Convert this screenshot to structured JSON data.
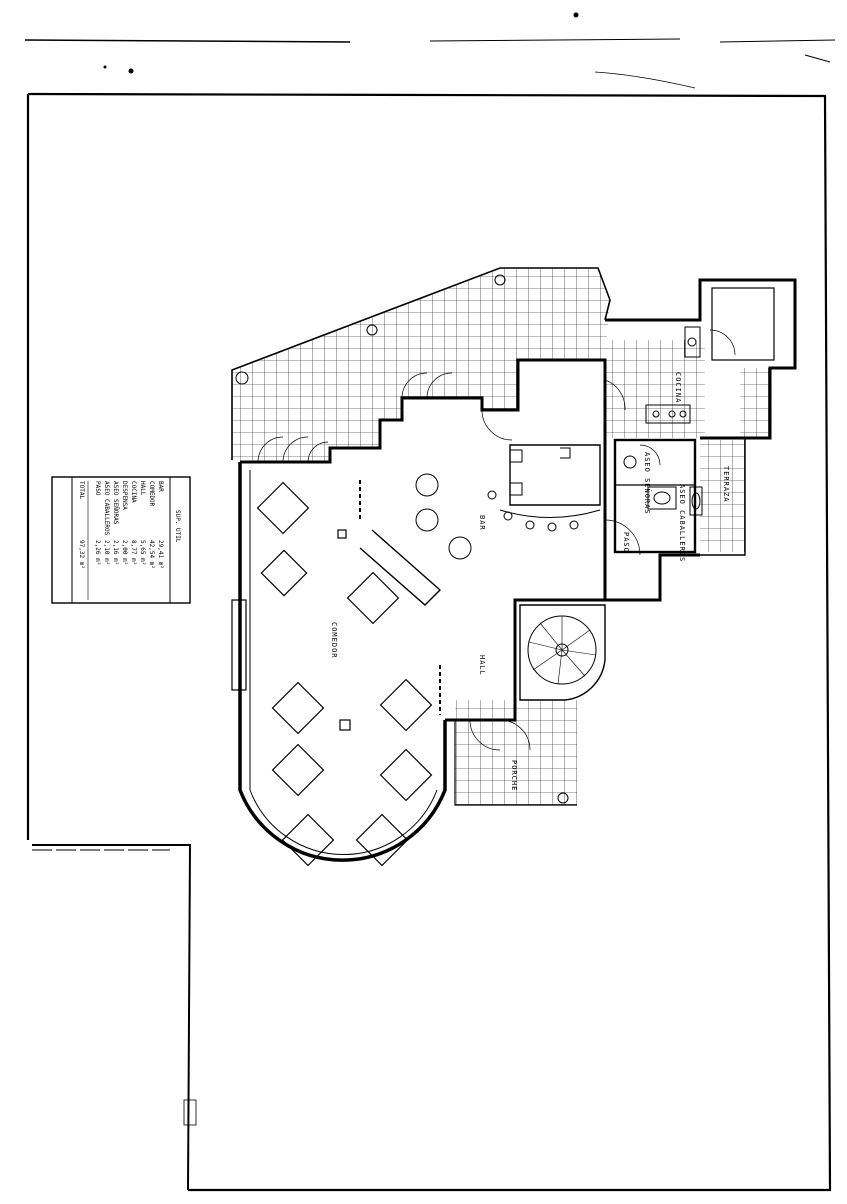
{
  "surface_table": {
    "title": "SUP. UTIL",
    "rows": [
      {
        "name": "BAR",
        "value": "29,41 m²"
      },
      {
        "name": "COMEDOR",
        "value": "42,54 m²"
      },
      {
        "name": "HALL",
        "value": "5,65 m²"
      },
      {
        "name": "COCINA",
        "value": "8,77 m²"
      },
      {
        "name": "DESPENSA",
        "value": "2,00 m²"
      },
      {
        "name": "ASEO SEÑORAS",
        "value": "2,16 m²"
      },
      {
        "name": "ASEO CABALLEROS",
        "value": "2,10 m²"
      },
      {
        "name": "PASO",
        "value": "2,26 m²"
      }
    ],
    "total": {
      "name": "TOTAL",
      "value": "97,32 m²"
    }
  },
  "rooms": {
    "bar": "BAR",
    "comedor": "COMEDOR",
    "hall": "HALL",
    "porche": "PORCHE",
    "paso": "PASO",
    "cocina": "COCINA",
    "aseo_senoras": "ASEO SEÑORAS",
    "aseo_caballeros": "ASEO CABALLEROS",
    "terraza": "TERRAZA"
  }
}
